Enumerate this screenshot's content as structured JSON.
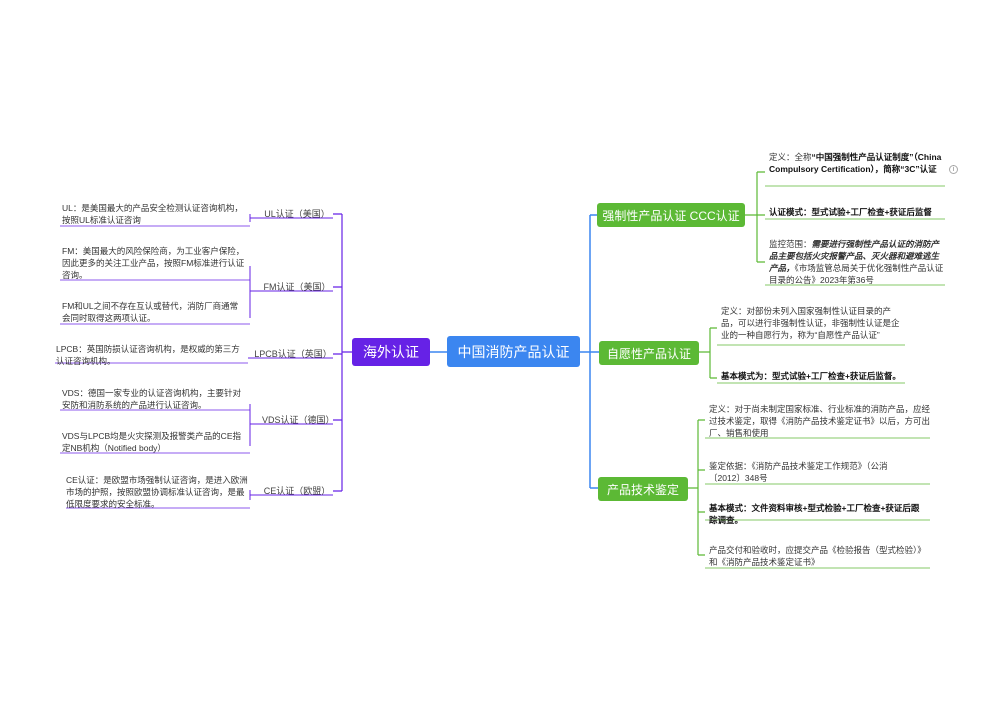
{
  "root": "中国消防产品认证",
  "overseas": {
    "label": "海外认证",
    "branches": [
      {
        "name": "UL认证（美国）",
        "leaves": [
          "UL：是美国最大的产品安全检测认证咨询机构，按照UL标准认证咨询"
        ]
      },
      {
        "name": "FM认证（美国）",
        "leaves": [
          "FM：美国最大的风险保险商，为工业客户保险，因此更多的关注工业产品，按照FM标准进行认证咨询。",
          "FM和UL之间不存在互认或替代，消防厂商通常会同时取得这两项认证。"
        ]
      },
      {
        "name": "LPCB认证（英国）",
        "leaves": [
          "LPCB：英国防损认证咨询机构，是权威的第三方认证咨询机构。"
        ]
      },
      {
        "name": "VDS认证（德国）",
        "leaves": [
          "VDS：德国一家专业的认证咨询机构，主要针对安防和消防系统的产品进行认证咨询。",
          "VDS与LPCB均是火灾探测及报警类产品的CE指定NB机构（Notified body）"
        ]
      },
      {
        "name": "CE认证（欧盟）",
        "leaves": [
          "CE认证：是欧盟市场强制认证咨询，是进入欧洲市场的护照，按照欧盟协调标准认证咨询，是最低限度要求的安全标准。"
        ]
      }
    ]
  },
  "ccc": {
    "label": "强制性产品认证 CCC认证",
    "def_prefix": "定义：全称",
    "def_body": "“中国强制性产品认证制度”（China Compulsory Certification），简称“3C”认证",
    "mode": "认证模式：型式试验+工厂检查+获证后监督",
    "scope_prefix": "监控范围：",
    "scope_em": "需要进行强制性产品认证的消防产品主要包括火灾报警产品、灭火器和避难逃生产品，",
    "scope_rest": "《市场监管总局关于优化强制性产品认证目录的公告》2023年第36号",
    "info_icon": "i"
  },
  "voluntary": {
    "label": "自愿性产品认证",
    "def": "定义：对部份未列入国家强制性认证目录的产品，可以进行非强制性认证，非强制性认证是企业的一种自愿行为，称为“自愿性产品认证”",
    "mode": "基本模式为：型式试验+工厂检查+获证后监督。"
  },
  "appraisal": {
    "label": "产品技术鉴定",
    "def": "定义：对于尚未制定国家标准、行业标准的消防产品，应经过技术鉴定，取得《消防产品技术鉴定证书》以后，方可出厂、销售和使用",
    "basis": "鉴定依据：《消防产品技术鉴定工作规范》（公消〔2012〕348号",
    "mode_prefix": "基本模式：",
    "mode_body": "文件资料审核+型式检验+工厂检查+获证后跟踪调查。",
    "delivery": "产品交付和验收时，应提交产品《检验报告（型式检验）》和《消防产品技术鉴定证书》"
  },
  "colors": {
    "root": "#3b86f0",
    "overseas": "#6622e6",
    "green": "#5cb935",
    "line_blue": "#3b86f0",
    "line_purple": "#6622e6",
    "line_green": "#5cb935"
  }
}
